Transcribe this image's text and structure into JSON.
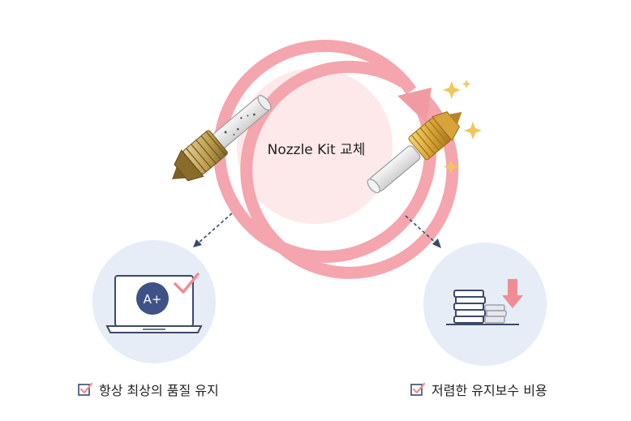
{
  "center": {
    "label": "Nozzle Kit 교체"
  },
  "left_badge": {
    "grade": "A+"
  },
  "benefits": [
    {
      "label": "항상 최상의 품질 유지",
      "icon": "checkbox-icon"
    },
    {
      "label": "저렴한 유지보수 비용",
      "icon": "checkbox-icon"
    }
  ],
  "colors": {
    "cycle_arrow": "#f4a5ad",
    "inner_circle": "#fde9ea",
    "icon_circle": "#e6edf6",
    "icon_stroke": "#3b4a6b",
    "accent": "#f08c94"
  }
}
